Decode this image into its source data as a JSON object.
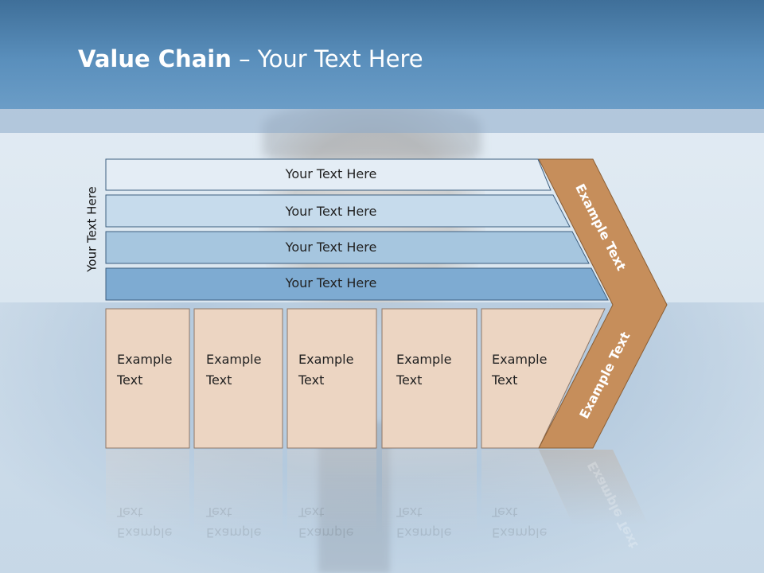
{
  "slide": {
    "title_bold": "Value Chain",
    "title_rest": "– Your Text Here"
  },
  "side_label": "Your Text Here",
  "bars": [
    {
      "label": "Your Text Here",
      "color": "#e4edf5"
    },
    {
      "label": "Your Text Here",
      "color": "#c6dbec"
    },
    {
      "label": "Your Text Here",
      "color": "#a6c6df"
    },
    {
      "label": "Your Text Here",
      "color": "#7eabd2"
    }
  ],
  "boxes": [
    {
      "line1": "Example",
      "line2": "Text"
    },
    {
      "line1": "Example",
      "line2": "Text"
    },
    {
      "line1": "Example",
      "line2": "Text"
    },
    {
      "line1": "Example",
      "line2": "Text"
    },
    {
      "line1": "Example",
      "line2": "Text"
    }
  ],
  "chevron": {
    "upper": "Example Text",
    "lower": "Example Text",
    "color": "#c68e5b",
    "box_color": "#ecd5c2"
  }
}
